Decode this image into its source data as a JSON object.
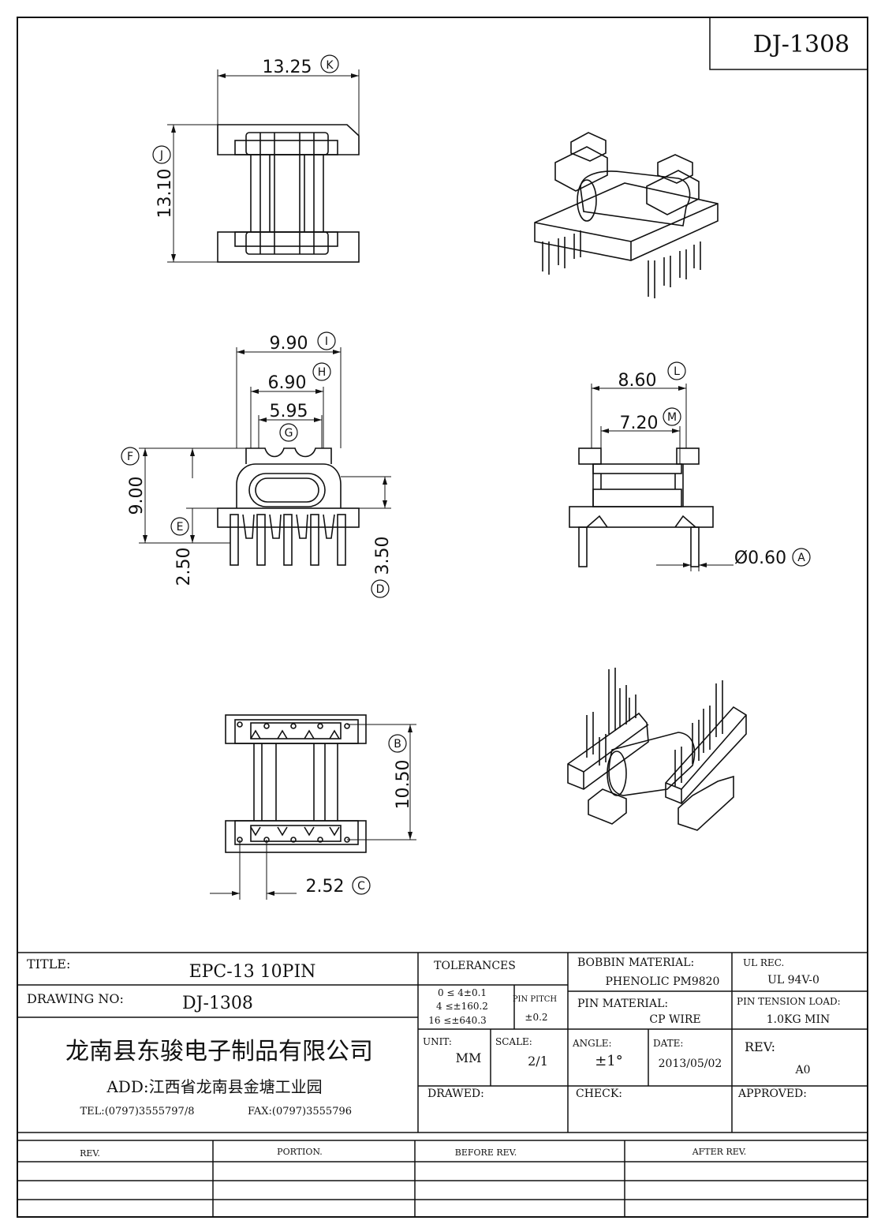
{
  "header": {
    "drawing_code": "DJ-1308"
  },
  "dimensions": {
    "k": {
      "value": "13.25",
      "letter": "K"
    },
    "j": {
      "value": "13.10",
      "letter": "J"
    },
    "i": {
      "value": "9.90",
      "letter": "I"
    },
    "h": {
      "value": "6.90",
      "letter": "H"
    },
    "g": {
      "value": "5.95",
      "letter": "G"
    },
    "f": {
      "value": "9.00",
      "letter": "F"
    },
    "e": {
      "value": "2.50",
      "letter": "E"
    },
    "d": {
      "value": "3.50",
      "letter": "D"
    },
    "l": {
      "value": "8.60",
      "letter": "L"
    },
    "m": {
      "value": "7.20",
      "letter": "M"
    },
    "a": {
      "value": "Ø0.60",
      "letter": "A"
    },
    "b": {
      "value": "10.50",
      "letter": "B"
    },
    "c": {
      "value": "2.52",
      "letter": "C"
    }
  },
  "title_block": {
    "title_label": "TITLE:",
    "title_value": "EPC-13   10PIN",
    "drawing_no_label": "DRAWING NO:",
    "drawing_no_value": "DJ-1308",
    "company": "龙南县东骏电子制品有限公司",
    "address": "ADD:江西省龙南县金塘工业园",
    "tel": "TEL:(0797)3555797/8",
    "fax": "FAX:(0797)3555796",
    "tolerances_label": "TOLERANCES",
    "tol_1": "0 ≤ 4±0.1",
    "tol_2": "4 ≤±160.2",
    "tol_3": "16 ≤±640.3",
    "pin_pitch_label": "PIN PITCH",
    "pin_pitch_value": "±0.2",
    "unit_label": "UNIT:",
    "unit_value": "MM",
    "scale_label": "SCALE:",
    "scale_value": "2/1",
    "bobbin_material_label": "BOBBIN MATERIAL:",
    "bobbin_material_value": "PHENOLIC PM9820",
    "pin_material_label": "PIN MATERIAL:",
    "pin_material_value": "CP WIRE",
    "angle_label": "ANGLE:",
    "angle_value": "±1°",
    "date_label": "DATE:",
    "date_value": "2013/05/02",
    "ul_rec_label": "UL REC.",
    "ul_rec_value": "UL  94V-0",
    "pin_tension_label": "PIN TENSION LOAD:",
    "pin_tension_value": "1.0KG MIN",
    "rev_label": "REV:",
    "rev_value": "A0",
    "drawed_label": "DRAWED:",
    "check_label": "CHECK:",
    "approved_label": "APPROVED:"
  },
  "revision_table": {
    "headers": [
      "REV.",
      "PORTION.",
      "BEFORE REV.",
      "AFTER REV."
    ]
  }
}
